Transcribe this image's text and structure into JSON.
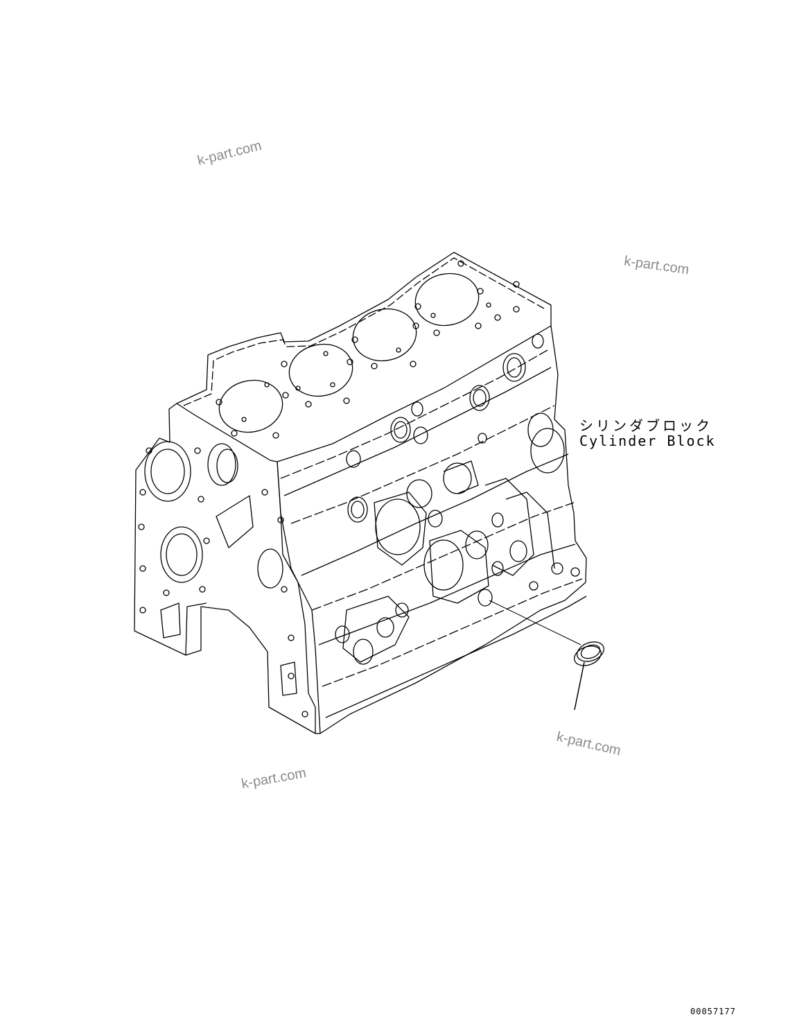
{
  "diagram": {
    "label_jp": "シリンダブロック",
    "label_en": "Cylinder Block",
    "watermarks": [
      "k-part.com",
      "k-part.com",
      "k-part.com",
      "k-part.com"
    ],
    "reference_number": "00057177"
  }
}
